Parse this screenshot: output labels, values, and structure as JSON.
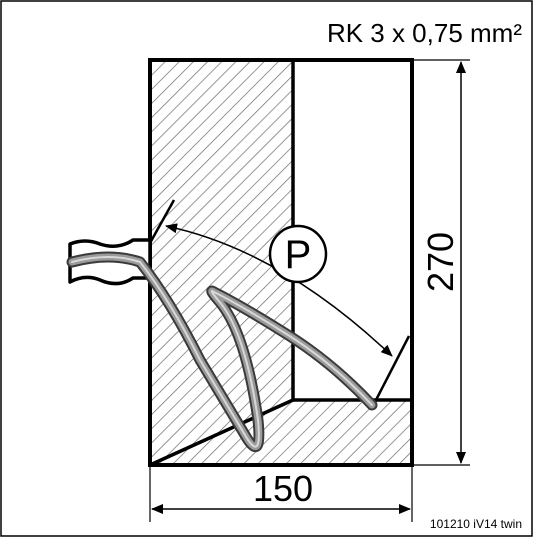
{
  "cable_spec": "RK 3 x 0,75 mm²",
  "dimensions": {
    "height": "270",
    "width": "150"
  },
  "marker": "P",
  "caption": "101210 iV14 twin",
  "colors": {
    "outline": "#000000",
    "hatch": "#6a6a6a",
    "cable": "#9a9a9a",
    "cable_edge": "#3a3a3a",
    "background": "#ffffff"
  }
}
